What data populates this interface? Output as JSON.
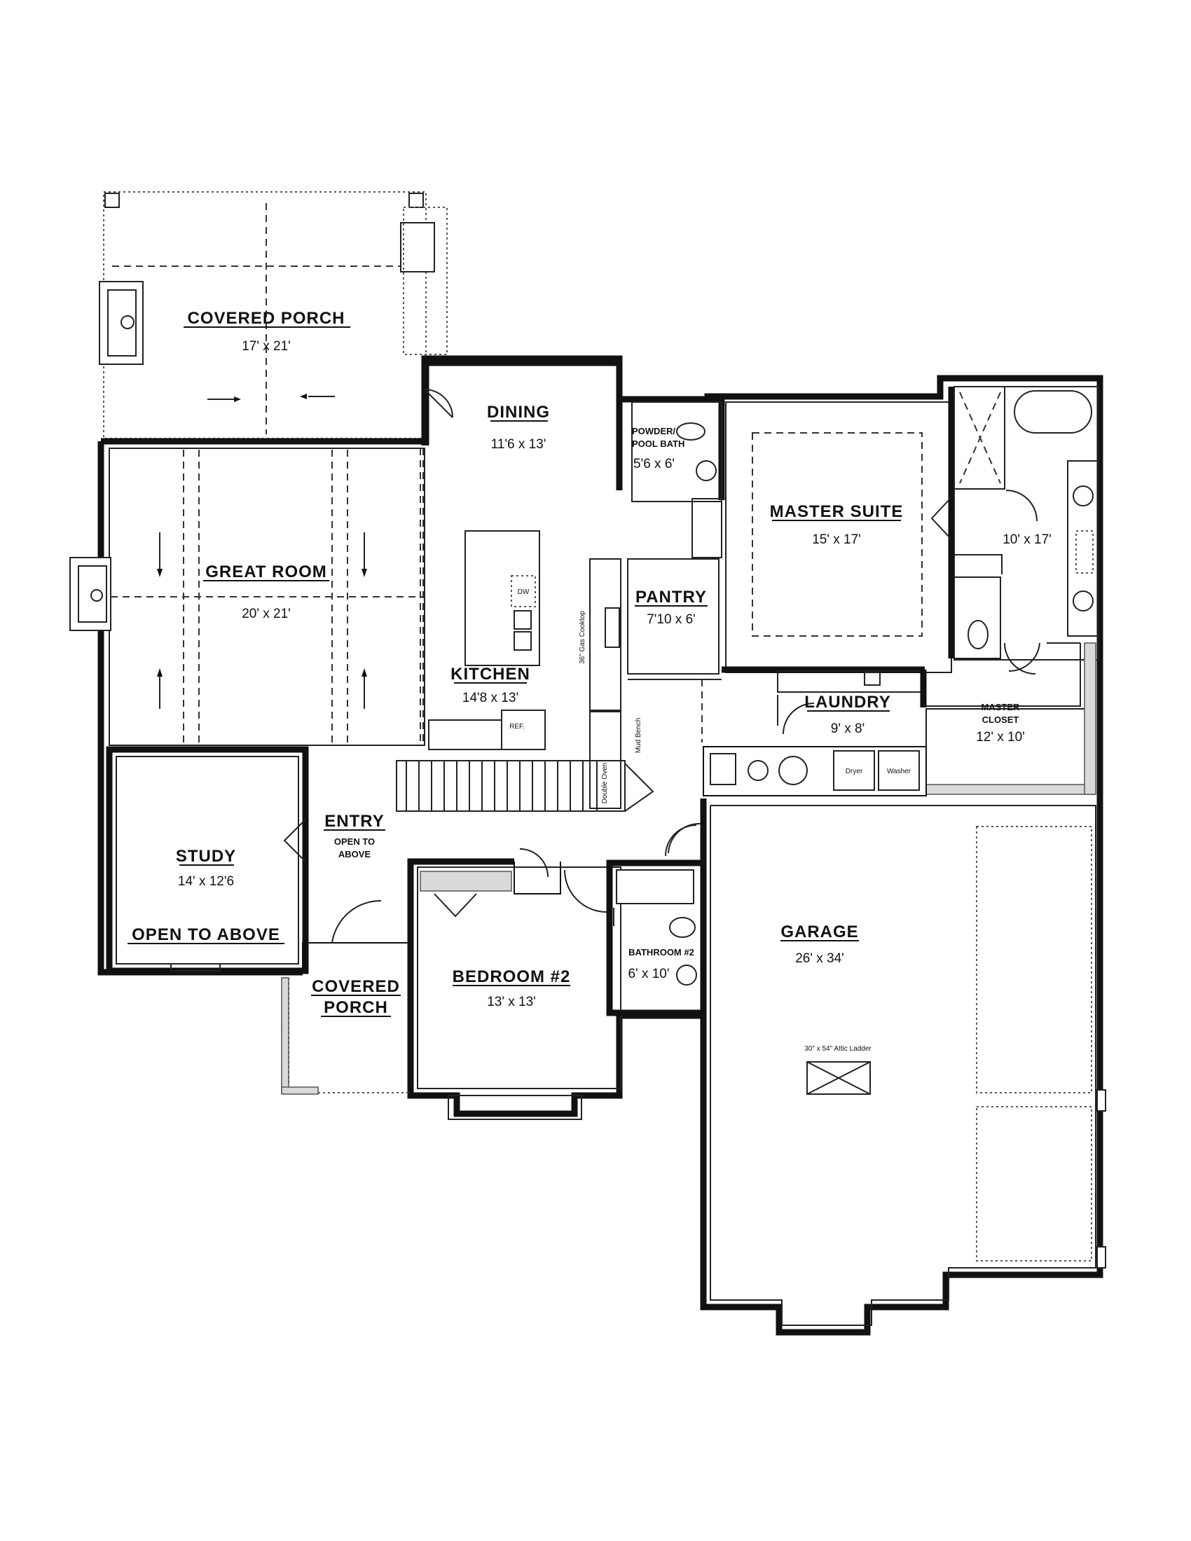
{
  "rooms": {
    "covered_porch_rear": {
      "name": "COVERED PORCH",
      "size": "17' x 21'"
    },
    "dining": {
      "name": "DINING",
      "size": "11'6 x 13'"
    },
    "powder": {
      "name": "POWDER/\nPOOL BATH",
      "line1": "POWDER/",
      "line2": "POOL BATH",
      "size": "5'6 x 6'"
    },
    "master_suite": {
      "name": "MASTER SUITE",
      "size": "15' x 17'"
    },
    "master_bath": {
      "size": "10' x 17'"
    },
    "great_room": {
      "name": "GREAT ROOM",
      "size": "20' x 21'"
    },
    "pantry": {
      "name": "PANTRY",
      "size": "7'10 x 6'"
    },
    "kitchen": {
      "name": "KITCHEN",
      "size": "14'8 x 13'"
    },
    "laundry": {
      "name": "LAUNDRY",
      "size": "9' x 8'"
    },
    "master_closet": {
      "line1": "MASTER",
      "line2": "CLOSET",
      "size": "12' x 10'"
    },
    "entry": {
      "name": "ENTRY",
      "line1": "OPEN TO",
      "line2": "ABOVE"
    },
    "study": {
      "name": "STUDY",
      "size": "14' x 12'6",
      "note": "OPEN TO ABOVE"
    },
    "garage": {
      "name": "GARAGE",
      "size": "26' x 34'",
      "note": "30\" x 54\" Attic Ladder"
    },
    "bathroom2": {
      "name": "BATHROOM #2",
      "size": "6' x 10'"
    },
    "bedroom2": {
      "name": "BEDROOM #2",
      "size": "13' x 13'"
    },
    "covered_porch_front": {
      "line1": "COVERED",
      "line2": "PORCH"
    }
  },
  "fixtures": {
    "dw": "DW",
    "ref": "REF.",
    "mud_bench": "Mud Bench",
    "double_oven": "Double Oven",
    "cooktop_note": "36\" Gas Cooktop",
    "dryer": "Dryer",
    "washer": "Washer"
  }
}
